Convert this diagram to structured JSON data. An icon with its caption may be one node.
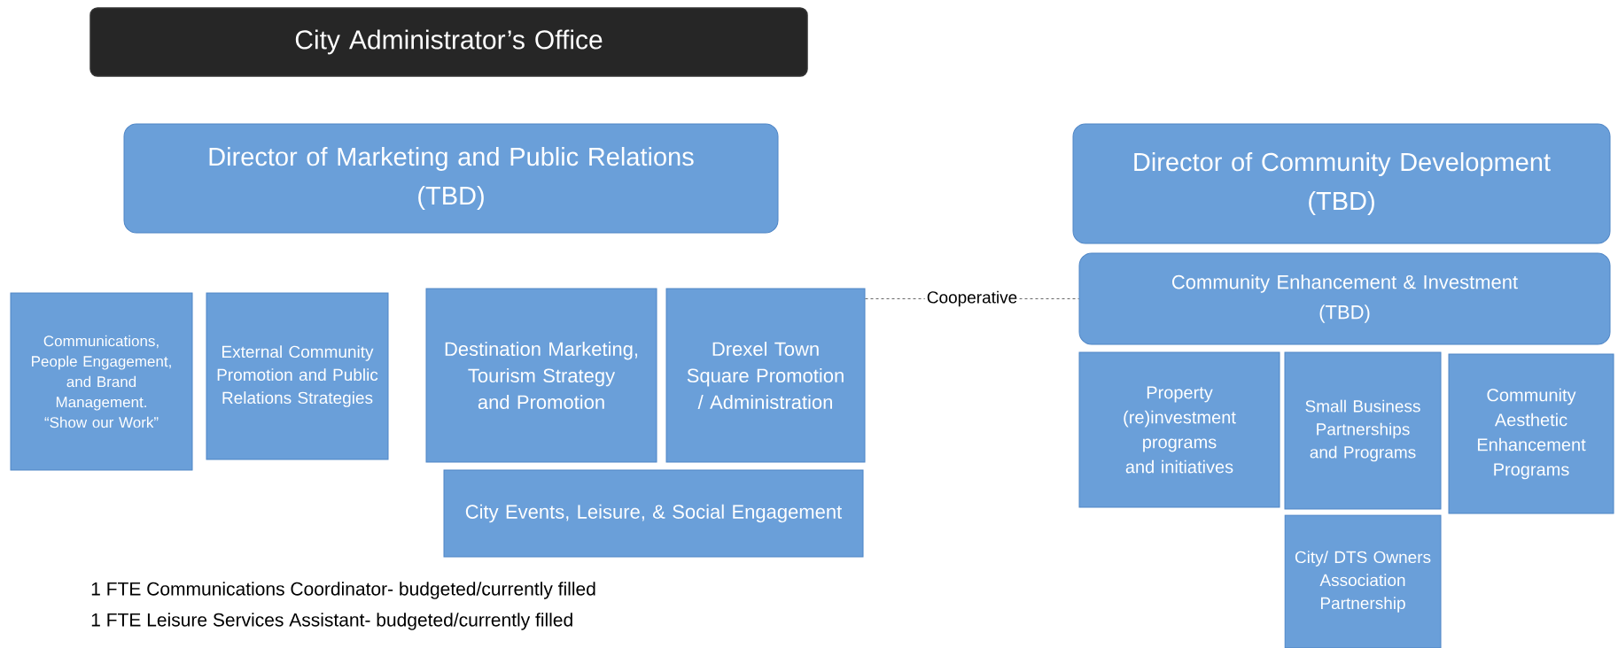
{
  "diagram": {
    "nodes": [
      {
        "text": [
          "City Administrator’s Office"
        ]
      },
      {
        "text": [
          "Director of Marketing and Public Relations",
          "(TBD)"
        ]
      },
      {
        "text": [
          "Communications, People Engagement, and Brand Management. “Show our Work”"
        ]
      },
      {
        "text": [
          "External Community Promotion and Public Relations Strategies"
        ]
      },
      {
        "text": [
          "Destination Marketing, Tourism Strategy and Promotion"
        ]
      },
      {
        "text": [
          "Drexel Town Square Promotion / Administration"
        ]
      },
      {
        "text": [
          "City Events, Leisure, & Social Engagement"
        ]
      },
      {
        "text": [
          "Director of Community Development",
          "(TBD)"
        ]
      },
      {
        "text": [
          "Community Enhancement & Investment",
          "(TBD)"
        ]
      },
      {
        "text": [
          "Property (re)investment programs and initiatives"
        ]
      },
      {
        "text": [
          "Small Business Partnerships and Programs"
        ]
      },
      {
        "text": [
          "Community Aesthetic Enhancement Programs"
        ]
      },
      {
        "text": [
          "City/ DTS Owners Association Partnership"
        ]
      }
    ],
    "edges": [
      {
        "from": 5,
        "to": 8,
        "arrow": "none",
        "style": "dashed",
        "label": "Cooperative"
      }
    ],
    "labels": [
      "1 FTE Communications Coordinator- budgeted/currently filled",
      "1 FTE Leisure Services Assistant- budgeted/currently filled"
    ]
  }
}
